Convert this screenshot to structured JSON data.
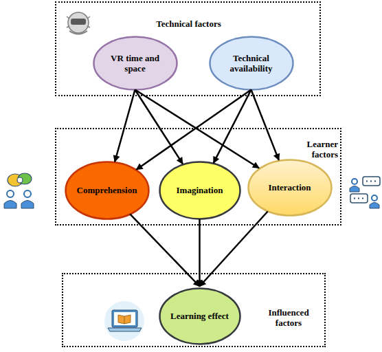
{
  "diagram": {
    "nodes": [
      {
        "text": [
          "Technical factors"
        ]
      },
      {
        "text": [
          "VR time and space"
        ],
        "in": 0
      },
      {
        "text": [
          "Technical availability"
        ],
        "in": 0
      },
      {
        "text": [
          "Learner factors"
        ]
      },
      {
        "text": [
          "Comprehension"
        ],
        "in": 3
      },
      {
        "text": [
          "Imagination"
        ],
        "in": 3
      },
      {
        "text": [
          "Interaction"
        ],
        "in": 3
      },
      {
        "text": [
          "Influenced factors"
        ]
      },
      {
        "text": [
          "Learning effect"
        ],
        "in": 7
      }
    ],
    "edges": [
      {
        "from": 1,
        "to": 4,
        "arrow": "to"
      },
      {
        "from": 1,
        "to": 5,
        "arrow": "to"
      },
      {
        "from": 1,
        "to": 6,
        "arrow": "to"
      },
      {
        "from": 2,
        "to": 4,
        "arrow": "to"
      },
      {
        "from": 2,
        "to": 5,
        "arrow": "to"
      },
      {
        "from": 2,
        "to": 6,
        "arrow": "to"
      },
      {
        "from": 4,
        "to": 8,
        "arrow": "to"
      },
      {
        "from": 5,
        "to": 8,
        "arrow": "to"
      },
      {
        "from": 6,
        "to": 8,
        "arrow": "to"
      }
    ]
  }
}
